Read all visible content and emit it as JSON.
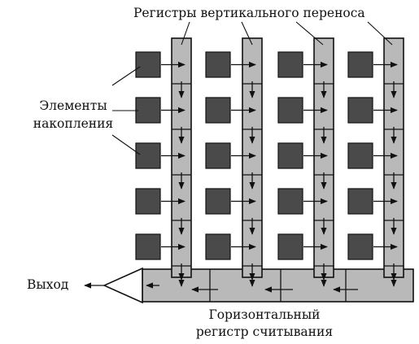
{
  "labels": {
    "vertical_registers": "Регистры вертикального переноса",
    "storage_elements_line1": "Элементы",
    "storage_elements_line2": "накопления",
    "output": "Выход",
    "horizontal_register_line1": "Горизонтальный",
    "horizontal_register_line2": "регистр считывания"
  }
}
